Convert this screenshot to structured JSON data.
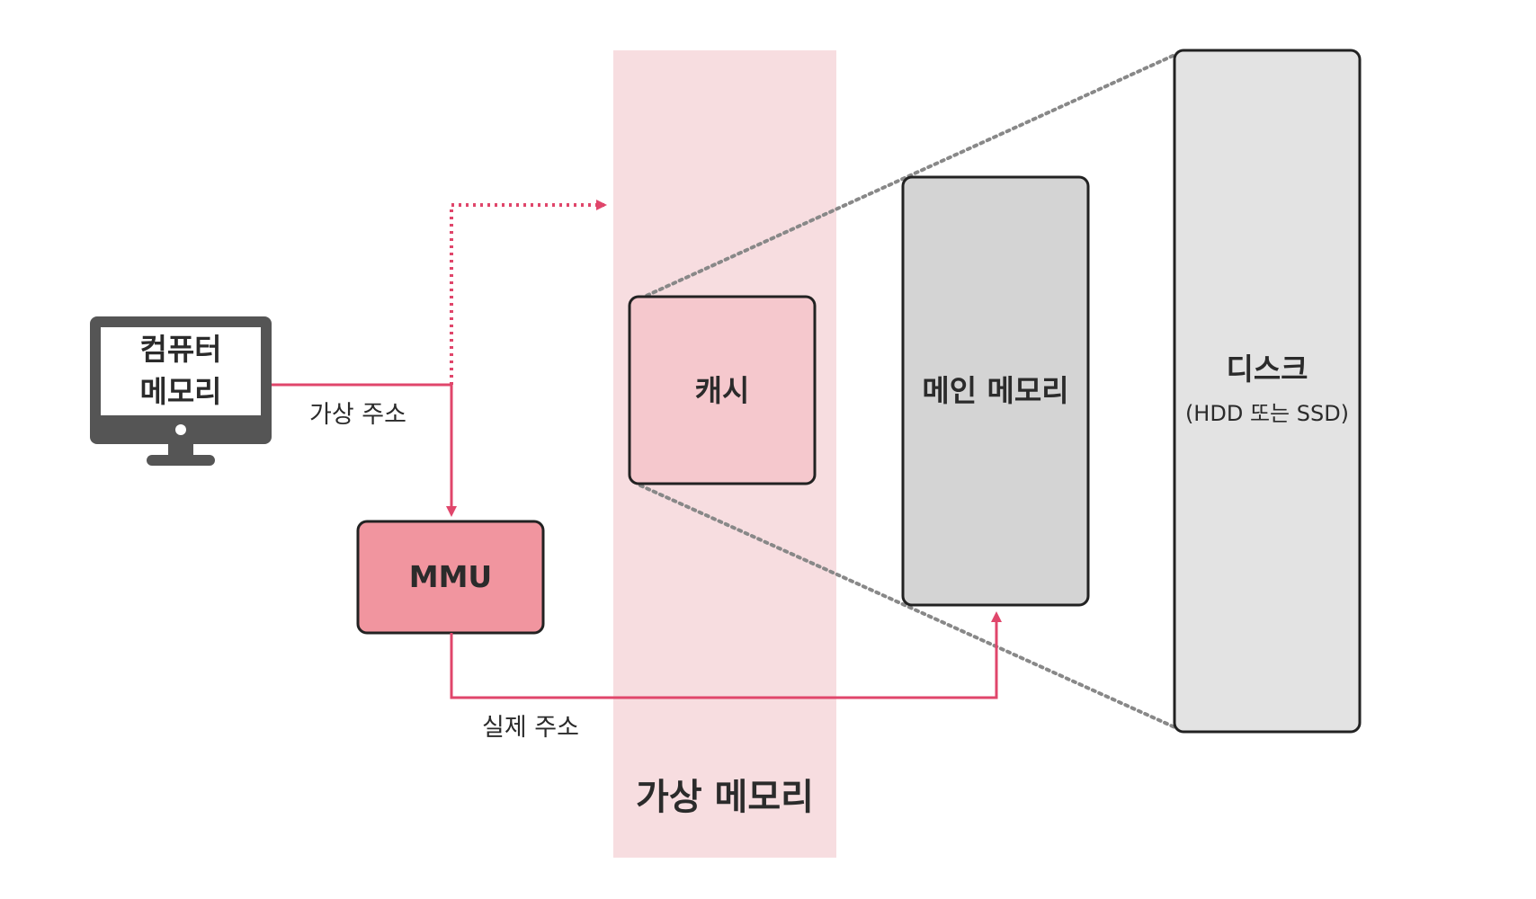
{
  "colors": {
    "accent": "#e0466b",
    "virtual_memory_band": "#f7dde0",
    "cache_fill": "#f5c8cd",
    "mmu_fill": "#f1959f",
    "main_memory_fill": "#d4d4d4",
    "disk_fill": "#e3e3e3",
    "monitor": "#555555",
    "outline": "#222222",
    "dotted_zoom_line": "#888888"
  },
  "computer": {
    "icon": "monitor-icon",
    "line1": "컴퓨터",
    "line2": "메모리"
  },
  "mmu": {
    "label": "MMU"
  },
  "cache": {
    "label": "캐시"
  },
  "main_memory": {
    "label": "메인 메모리"
  },
  "disk": {
    "label": "디스크",
    "sublabel": "(HDD 또는 SSD)"
  },
  "edges": {
    "virtual_address": "가상 주소",
    "physical_address": "실제 주소"
  },
  "regions": {
    "virtual_memory": "가상 메모리"
  }
}
